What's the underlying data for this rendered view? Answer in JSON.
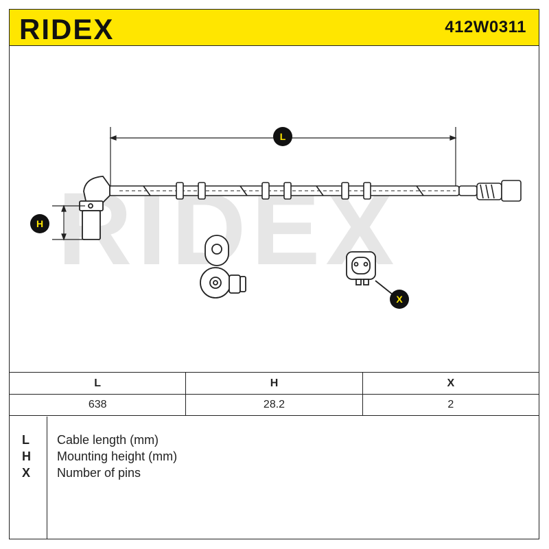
{
  "brand": "RIDEX",
  "part_number": "412W0311",
  "drawing": {
    "dimension_labels": {
      "length": "L",
      "height": "H",
      "pins": "X"
    },
    "watermark": "RIDEX"
  },
  "specs_table": {
    "headers": [
      "L",
      "H",
      "X"
    ],
    "values": [
      "638",
      "28.2",
      "2"
    ]
  },
  "legend": [
    {
      "key": "L",
      "text": "Cable length (mm)"
    },
    {
      "key": "H",
      "text": "Mounting height (mm)"
    },
    {
      "key": "X",
      "text": "Number of pins"
    }
  ],
  "colors": {
    "accent": "#ffe600",
    "badge": "#111111",
    "line": "#222222",
    "watermark": "#e6e6e6"
  }
}
